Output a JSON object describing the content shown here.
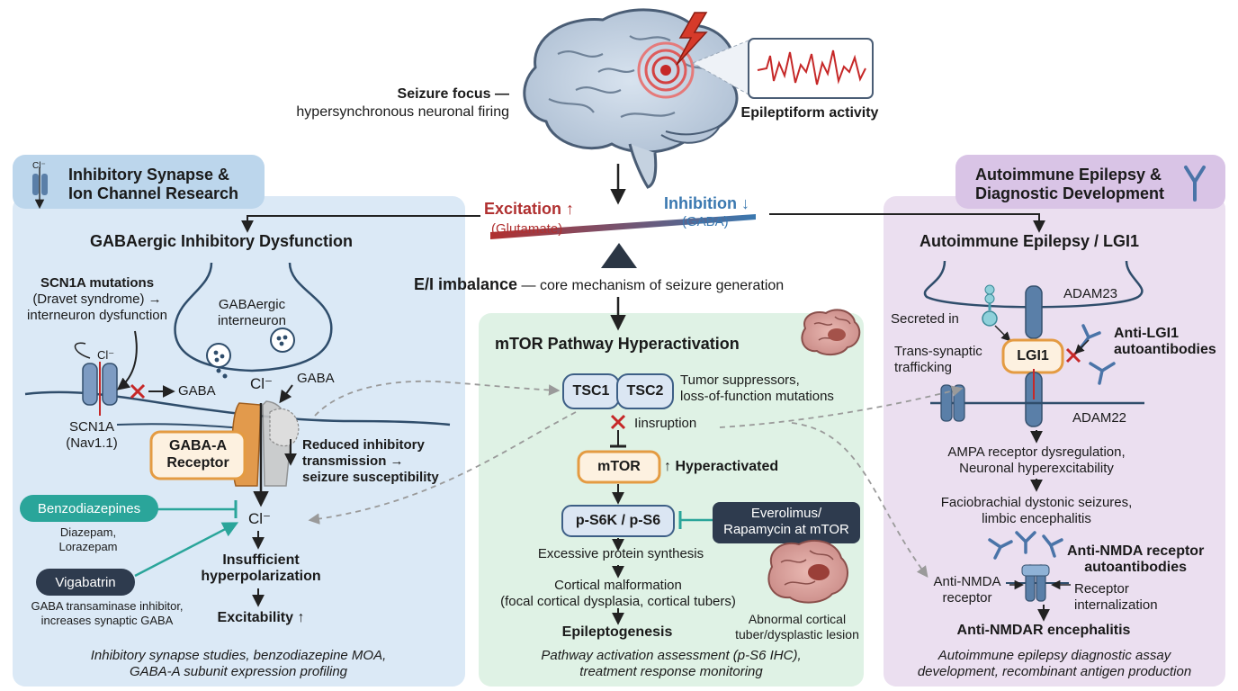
{
  "top": {
    "seizure_focus_title": "Seizure focus —",
    "seizure_focus_desc": "hypersynchronous neuronal firing",
    "epileptiform": "Epileptiform activity",
    "excitation": "Excitation ↑",
    "glutamate": "(Glutamate)",
    "inhibition": "Inhibition ↓",
    "gaba": "(GABA)",
    "ei_bold": "E/I imbalance",
    "ei_rest": " — core mechanism of seizure generation"
  },
  "left": {
    "tab_line1": "Inhibitory Synapse &",
    "tab_line2": "Ion Channel Research",
    "tab_ion": "Cl⁻",
    "title": "GABAergic Inhibitory Dysfunction",
    "scn1a_title": "SCN1A mutations",
    "scn1a_l2": "(Dravet syndrome) →",
    "scn1a_l3": "interneuron dysfunction",
    "interneuron_l1": "GABAergic",
    "interneuron_l2": "interneuron",
    "cl_small": "Cl⁻",
    "channel_l1": "SCN1A",
    "channel_l2": "(Nav1.1)",
    "gaba_arrow_label": "GABA",
    "cl_top": "Cl⁻",
    "gaba_right": "GABA",
    "receptor_l1": "GABA-A",
    "receptor_l2": "Receptor",
    "reduced_l1": "Reduced inhibitory",
    "reduced_l2": "transmission →",
    "reduced_l3": "seizure susceptibility",
    "benzo": "Benzodiazepines",
    "benzo_l1": "Diazepam,",
    "benzo_l2": "Lorazepam",
    "cl_bottom": "Cl⁻",
    "vigabatrin": "Vigabatrin",
    "vigab_l1": "GABA transaminase inhibitor,",
    "vigab_l2": "increases synaptic GABA",
    "insufficient_l1": "Insufficient",
    "insufficient_l2": "hyperpolarization",
    "excitability": "Excitability ↑",
    "footer_l1": "Inhibitory synapse studies, benzodiazepine MOA,",
    "footer_l2": "GABA-A subunit expression profiling"
  },
  "mid": {
    "title": "mTOR Pathway Hyperactivation",
    "tsc1": "TSC1",
    "tsc2": "TSC2",
    "tumor_l1": "Tumor suppressors,",
    "tumor_l2": "loss-of-function mutations",
    "disruption": "Iinsruption",
    "mtor": "mTOR",
    "hyper": "↑ Hyperactivated",
    "ps6": "p-S6K / p-S6",
    "drug_l1": "Everolimus/",
    "drug_l2": "Rapamycin at mTOR",
    "excess": "Excessive protein synthesis",
    "cortical_l1": "Cortical malformation",
    "cortical_l2": "(focal cortical dysplasia, cortical tubers)",
    "epilepto": "Epileptogenesis",
    "lesion_l1": "Abnormal cortical",
    "lesion_l2": "tuber/dysplastic lesion",
    "footer_l1": "Pathway activation assessment (p-S6 IHC),",
    "footer_l2": "treatment response monitoring"
  },
  "right": {
    "tab_line1": "Autoimmune Epilepsy &",
    "tab_line2": "Diagnostic Development",
    "title": "Autoimmune Epilepsy / LGI1",
    "adam23": "ADAM23",
    "secreted": "Secreted in",
    "trans_l1": "Trans-synaptic",
    "trans_l2": "trafficking",
    "lgi1": "LGI1",
    "anti_lgi1_l1": "Anti-LGI1",
    "anti_lgi1_l2": "autoantibodies",
    "adam22": "ADAM22",
    "ampa_l1": "AMPA receptor dysregulation,",
    "ampa_l2": "Neuronal hyperexcitability",
    "facio_l1": "Faciobrachial dystonic seizures,",
    "facio_l2": "limbic encephalitis",
    "anti_nmda_l1": "Anti-NMDA receptor",
    "anti_nmda_l2": "autoantibodies",
    "nmda_rec_l1": "Anti-NMDA",
    "nmda_rec_l2": "receptor",
    "intern_l1": "Receptor",
    "intern_l2": "internalization",
    "encephalitis": "Anti-NMDAR encephalitis",
    "footer_l1": "Autoimmune epilepsy diagnostic assay",
    "footer_l2": "development, recombinant antigen production"
  },
  "colors": {
    "blue_panel": "#dbe9f6",
    "green_panel": "#dff2e5",
    "purple_panel": "#ebdff0",
    "excitation_red": "#b03030",
    "inhibition_blue": "#3a78b0",
    "teal": "#2aa59a",
    "navy": "#2e3b4e",
    "orange": "#e8a04a"
  }
}
